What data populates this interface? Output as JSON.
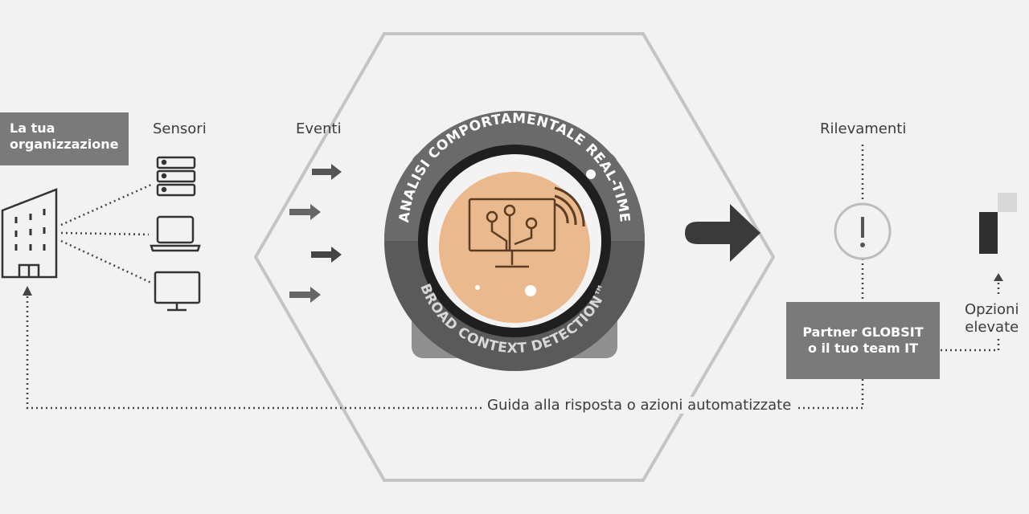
{
  "organization": {
    "line1": "La tua",
    "line2": "organizzazione"
  },
  "labels": {
    "sensors": "Sensori",
    "events": "Eventi",
    "detections": "Rilevamenti",
    "options_line1": "Opzioni",
    "options_line2": "elevate",
    "response": "Guida alla risposta o azioni automatizzate"
  },
  "partner": {
    "line1": "Partner GLOBSIT",
    "line2": "o  il tuo team IT"
  },
  "badge": {
    "top_arc_text": "ANALISI COMPORTAMENTALE REAL-TIME",
    "bottom_arc_text": "BROAD CONTEXT DETECTION™"
  },
  "colors": {
    "background": "#f2f2f2",
    "accent_orange": "#eab98d",
    "box_gray": "#7a7a7a",
    "ring_dark": "#4a4a4a"
  },
  "icons": [
    "building-icon",
    "server-icon",
    "laptop-icon",
    "monitor-icon",
    "alert-icon",
    "logo-icon"
  ]
}
